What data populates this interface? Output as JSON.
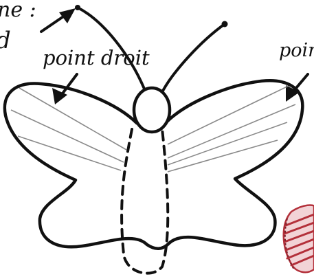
{
  "labels": {
    "top_left_fragment": "ne :",
    "left_edge_fragment": "d",
    "center_label": "point droit",
    "right_edge_fragment": "poin"
  },
  "colors": {
    "ink": "#111111",
    "vein": "#8a8a8a",
    "stitch_dark": "#b3303a",
    "stitch_light": "#f2d3d6"
  },
  "icons": {
    "arrows": "arrow-icon",
    "illustration": "butterfly-icon",
    "sample": "stitched-fabric-icon"
  }
}
